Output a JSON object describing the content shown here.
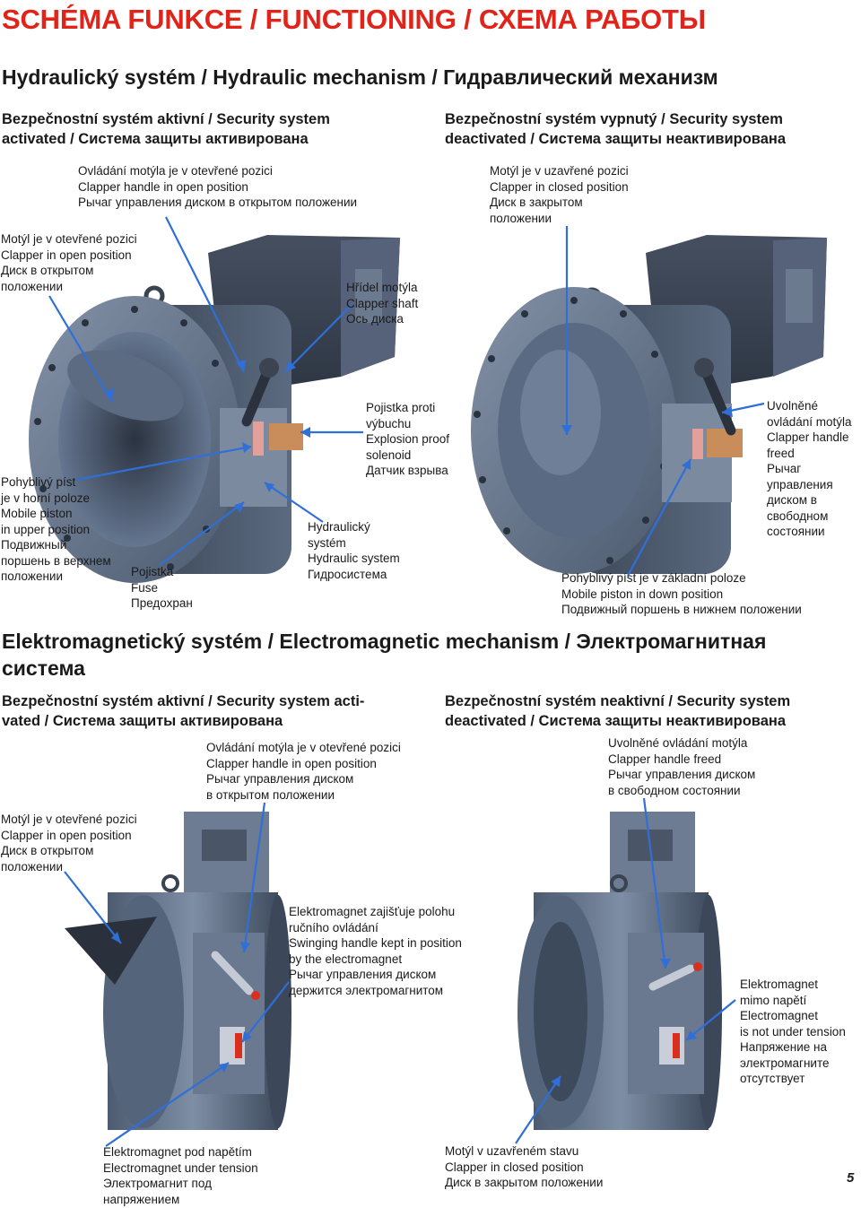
{
  "page_title": "SCHÉMA FUNKCE / FUNCTIONING / СХЕМА РАБОТЫ",
  "hydraulic": {
    "heading": "Hydraulický systém / Hydraulic mechanism / Гидравлический механизм",
    "left": {
      "subheading": [
        "Bezpečnostní systém aktivní / Security system",
        "activated / Система защиты активирована"
      ],
      "handle_open": [
        "Ovládání motýla je v otevřené pozici",
        "Clapper handle in open position",
        "Рычаг управления диском в открытом положении"
      ],
      "clapper_open": [
        "Motýl je v otevřené pozici",
        "Clapper in open position",
        "Диск в открытом",
        "положении"
      ],
      "shaft": [
        "Hřídel motýla",
        "Clapper shaft",
        "Ось диска"
      ],
      "solenoid": [
        "Pojistka proti",
        "výbuchu",
        "Explosion proof",
        "solenoid",
        "Датчик взрыва"
      ],
      "piston_upper": [
        "Pohyblivý píst",
        "je v horní poloze",
        "Mobile piston",
        "in upper position",
        "Подвижный",
        "поршень в верхнем",
        "положении"
      ],
      "fuse": [
        "Pojistka",
        "Fuse",
        "Предохран"
      ],
      "hydraulic_system": [
        "Hydraulický",
        "systém",
        "Hydraulic system",
        "Гидросистема"
      ]
    },
    "right": {
      "subheading": [
        "Bezpečnostní systém vypnutý / Security system",
        "deactivated / Система защиты неактивирована"
      ],
      "clapper_closed": [
        "Motýl je v uzavřené pozici",
        "Clapper in closed position",
        "Диск в закрытом",
        "положении"
      ],
      "handle_freed": [
        "Uvolněné",
        "ovládání motýla",
        "Clapper handle",
        "freed",
        "Рычаг",
        "управления",
        "диском в",
        "свободном",
        "состоянии"
      ],
      "piston_down": [
        "Pohyblivý píst je v základní poloze",
        "Mobile piston in down position",
        "Подвижный поршень в нижнем положении"
      ]
    }
  },
  "electromagnetic": {
    "heading": [
      "Elektromagnetický systém / Electromagnetic mechanism / Электромагнитная",
      "система"
    ],
    "left": {
      "subheading": [
        "Bezpečnostní systém aktivní / Security system acti-",
        "vated / Система защиты активирована"
      ],
      "handle_open": [
        "Ovládání motýla je v otevřené pozici",
        "Clapper handle in open position",
        "Рычаг управления диском",
        "в открытом положении"
      ],
      "clapper_open": [
        "Motýl je v otevřené pozici",
        "Clapper in open position",
        "Диск в открытом",
        "положении"
      ],
      "swinging": [
        "Elektromagnet zajišťuje polohu",
        "ručního ovládání",
        "Swinging handle kept in position",
        "by the electromagnet",
        "Рычаг управления диском",
        "держится электромагнитом"
      ],
      "under_tension": [
        "Elektromagnet pod napětím",
        "Electromagnet under tension",
        "Электромагнит под",
        "напряжением"
      ]
    },
    "right": {
      "subheading": [
        "Bezpečnostní systém neaktivní / Security system",
        "deactivated / Система защиты неактивирована"
      ],
      "handle_freed": [
        "Uvolněné ovládání motýla",
        "Clapper handle freed",
        "Рычаг управления диском",
        "в свободном состоянии"
      ],
      "not_under_tension": [
        "Elektromagnet",
        "mimo napětí",
        "Electromagnet",
        "is not under tension",
        "Напряжение на",
        "электромагните",
        "отсутствует"
      ],
      "clapper_closed": [
        "Motýl v uzavřeném stavu",
        "Clapper in closed position",
        "Диск в закрытом положении"
      ]
    }
  },
  "page_number": "5",
  "colors": {
    "title_red": "#e2231a",
    "arrow_blue": "#2f6fd8",
    "body_steel": "#5e6f85",
    "body_dark": "#3b4657"
  }
}
